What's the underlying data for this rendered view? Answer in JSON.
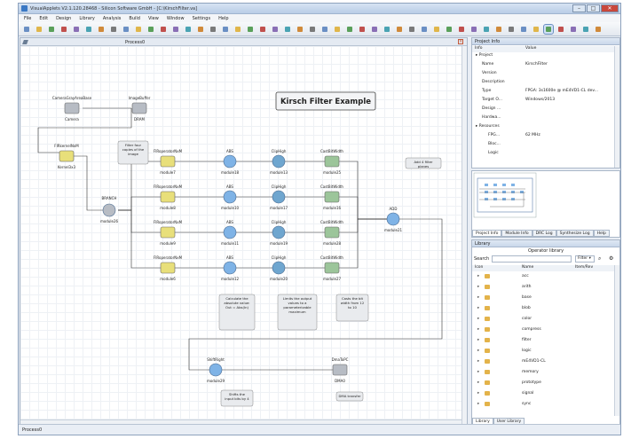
{
  "window": {
    "title": "VisualApplets V2.1.120.28468 - Silicon Software GmbH - [C:\\KirschFilter.va]",
    "controls": [
      "–",
      "□",
      "✕"
    ]
  },
  "menu": [
    "File",
    "Edit",
    "Design",
    "Library",
    "Analysis",
    "Build",
    "View",
    "Window",
    "Settings",
    "Help"
  ],
  "document": {
    "tab_name": "Process0",
    "status": "Process0"
  },
  "diagram": {
    "title": "Kirsch Filter Example",
    "modules": [
      {
        "label": "CameraGrayAreaBase",
        "name": "Camera",
        "kind": "gray"
      },
      {
        "label": "ImageBuffer",
        "name": "DRAM",
        "kind": "gray"
      },
      {
        "label": "FIRkernelNxM",
        "name": "Kernel3x3",
        "kind": "yellow"
      },
      {
        "label": "",
        "name": "BRANCH",
        "kind": "gray"
      },
      {
        "label": "",
        "name": "module26",
        "kind": "gray"
      },
      {
        "label": "FIRoperatorNxM",
        "name": "module7",
        "kind": "yellow"
      },
      {
        "label": "FIRoperatorNxM",
        "name": "module8",
        "kind": "yellow"
      },
      {
        "label": "FIRoperatorNxM",
        "name": "module9",
        "kind": "yellow"
      },
      {
        "label": "FIRoperatorNxM",
        "name": "module6",
        "kind": "yellow"
      },
      {
        "label": "ABS",
        "name": "module18",
        "kind": "blue"
      },
      {
        "label": "ABS",
        "name": "module10",
        "kind": "blue"
      },
      {
        "label": "ABS",
        "name": "module11",
        "kind": "blue"
      },
      {
        "label": "ABS",
        "name": "module12",
        "kind": "blue"
      },
      {
        "label": "ClipHigh",
        "name": "module13",
        "kind": "teal"
      },
      {
        "label": "ClipHigh",
        "name": "module17",
        "kind": "teal"
      },
      {
        "label": "ClipHigh",
        "name": "module19",
        "kind": "teal"
      },
      {
        "label": "ClipHigh",
        "name": "module20",
        "kind": "teal"
      },
      {
        "label": "CastBitWidth",
        "name": "module25",
        "kind": "green"
      },
      {
        "label": "CastBitWidth",
        "name": "module16",
        "kind": "green"
      },
      {
        "label": "CastBitWidth",
        "name": "module28",
        "kind": "green"
      },
      {
        "label": "CastBitWidth",
        "name": "module27",
        "kind": "green"
      },
      {
        "label": "ADD",
        "name": "module21",
        "kind": "blue"
      },
      {
        "label": "ShiftRight",
        "name": "module29",
        "kind": "blue"
      },
      {
        "label": "DmaToPC",
        "name": "DMA0",
        "kind": "gray"
      }
    ],
    "notes": [
      "Filter four copies of the image",
      "Add 4 filter planes",
      "Calculate the absolute value: Out = Abs(In)",
      "Limits the output values to a parameterizable maximum",
      "Casts the bit width from 12 to 10",
      "Shifts the input bits by 4",
      "DMA transfer"
    ]
  },
  "project_info": {
    "header": "Project Info",
    "columns": [
      "Info",
      "Value"
    ],
    "rows": [
      {
        "k": "Project",
        "v": "",
        "indent": 0
      },
      {
        "k": "Name",
        "v": "KirschFilter",
        "indent": 1
      },
      {
        "k": "Version",
        "v": "",
        "indent": 1
      },
      {
        "k": "Description",
        "v": "",
        "indent": 1
      },
      {
        "k": "Type",
        "v": "FPGA: 3s1600e @ mE4VD1-CL dev...",
        "indent": 1
      },
      {
        "k": "Target O...",
        "v": "Windows/2013",
        "indent": 1
      },
      {
        "k": "Design ...",
        "v": "",
        "indent": 1
      },
      {
        "k": "Hardwa...",
        "v": "",
        "indent": 1
      },
      {
        "k": "Resources",
        "v": "",
        "indent": 0
      },
      {
        "k": "FPG...",
        "v": "62 MHz",
        "indent": 2
      },
      {
        "k": "Bloc...",
        "v": "",
        "indent": 2
      },
      {
        "k": "Logic",
        "v": "",
        "indent": 2
      }
    ],
    "tabs": [
      "Project Info",
      "Module Info",
      "DRC Log",
      "Synthesize Log",
      "Help"
    ]
  },
  "library": {
    "header": "Library",
    "subheader": "Operator library",
    "search_label": "Search",
    "filter_value": "Filter",
    "columns": [
      "Icon",
      "Name",
      "Item/Rev"
    ],
    "items": [
      "acc",
      "arith",
      "base",
      "blob",
      "color",
      "compress",
      "filter",
      "logic",
      "mE4VD1-CL",
      "memory",
      "prototype",
      "signal",
      "sync"
    ],
    "tabs": [
      "Library",
      "User Library"
    ]
  },
  "colors": {
    "yellow": "#e8df7a",
    "blue": "#7fb3e6",
    "teal": "#6fa6cf",
    "green": "#9cc59a",
    "gray": "#b7bcc4"
  }
}
